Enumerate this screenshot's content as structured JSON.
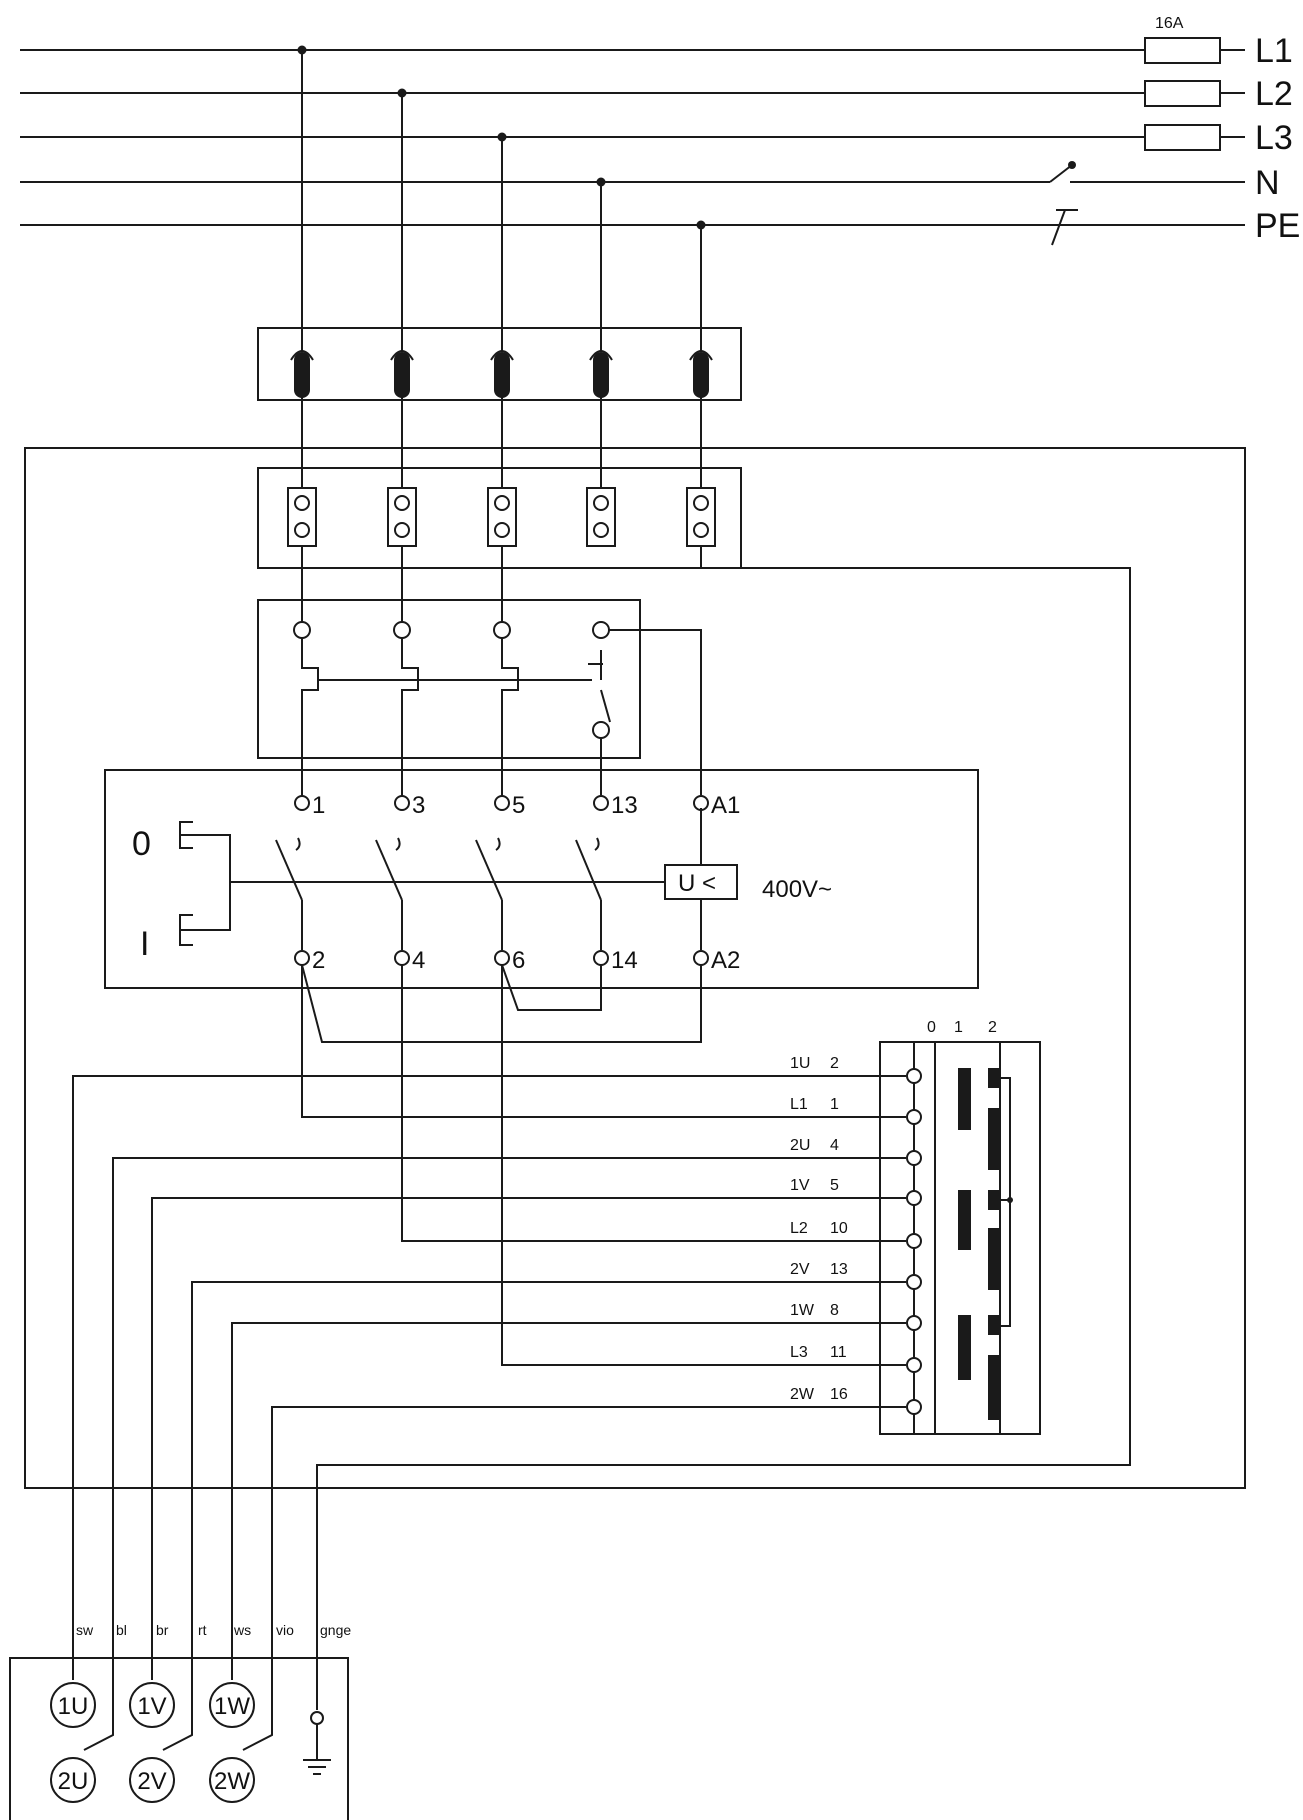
{
  "supply": {
    "fuse_rating": "16A",
    "lines": [
      "L1",
      "L2",
      "L3",
      "N",
      "PE"
    ]
  },
  "contactor": {
    "top_terminals": [
      "1",
      "3",
      "5",
      "13",
      "A1"
    ],
    "bottom_terminals": [
      "2",
      "4",
      "6",
      "14",
      "A2"
    ],
    "undervoltage_label": "U <",
    "voltage": "400V~",
    "switch_positions": [
      "0",
      "I"
    ]
  },
  "selector": {
    "positions": [
      "0",
      "1",
      "2"
    ],
    "rows": [
      {
        "name": "1U",
        "num": "2"
      },
      {
        "name": "L1",
        "num": "1"
      },
      {
        "name": "2U",
        "num": "4"
      },
      {
        "name": "1V",
        "num": "5"
      },
      {
        "name": "L2",
        "num": "10"
      },
      {
        "name": "2V",
        "num": "13"
      },
      {
        "name": "1W",
        "num": "8"
      },
      {
        "name": "L3",
        "num": "11"
      },
      {
        "name": "2W",
        "num": "16"
      }
    ]
  },
  "motor": {
    "wire_colors": [
      "sw",
      "bl",
      "br",
      "rt",
      "ws",
      "vio",
      "gnge"
    ],
    "top_terminals": [
      "1U",
      "1V",
      "1W"
    ],
    "bottom_terminals": [
      "2U",
      "2V",
      "2W"
    ]
  }
}
